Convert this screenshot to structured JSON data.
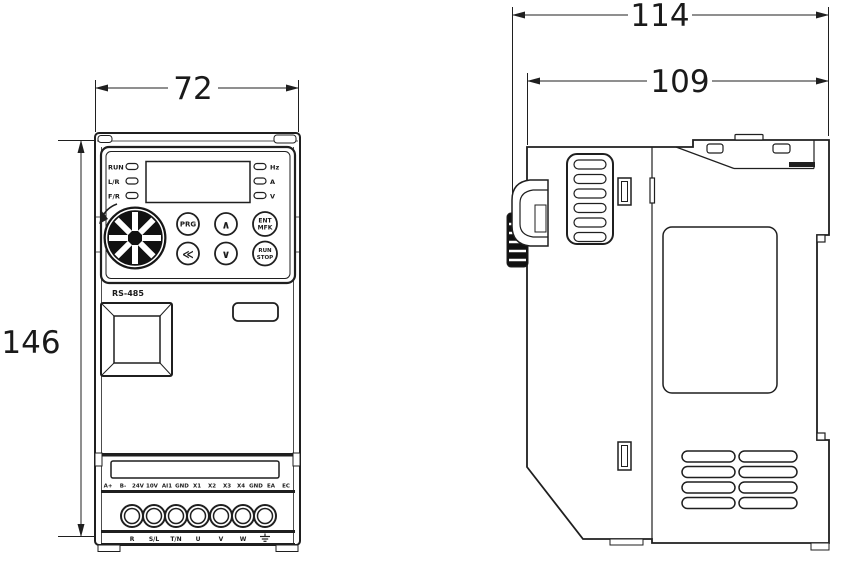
{
  "dimensions": {
    "front_width": "72",
    "front_height": "146",
    "side_depth_overall": "114",
    "side_depth_body": "109"
  },
  "front_view": {
    "keypad": {
      "status_leds_left": [
        "RUN",
        "L/R",
        "F/R"
      ],
      "unit_leds_right": [
        "Hz",
        "A",
        "V"
      ],
      "buttons": {
        "prg": "PRG",
        "up": "∧",
        "down": "∨",
        "shift": "≪",
        "ent_line1": "ENT",
        "ent_line2": "MFK",
        "run_line1": "RUN",
        "run_line2": "STOP"
      }
    },
    "comm_port_label": "RS-485",
    "terminals": {
      "control_row": [
        "A+",
        "B-",
        "24V",
        "10V",
        "AI1",
        "GND",
        "X1",
        "X2",
        "X3",
        "X4",
        "GND",
        "EA",
        "EC"
      ],
      "power_row": [
        "R",
        "S/L",
        "T/N",
        "U",
        "V",
        "W"
      ],
      "ground_symbol": "⏚"
    }
  },
  "icons": {
    "knob": "rotary-dial-knob",
    "cursor": "rotation-arrow-icon",
    "ground": "earth-ground-icon"
  },
  "colors": {
    "line": "#1f1f1f",
    "background": "#ffffff",
    "knob_fill": "#111111"
  }
}
